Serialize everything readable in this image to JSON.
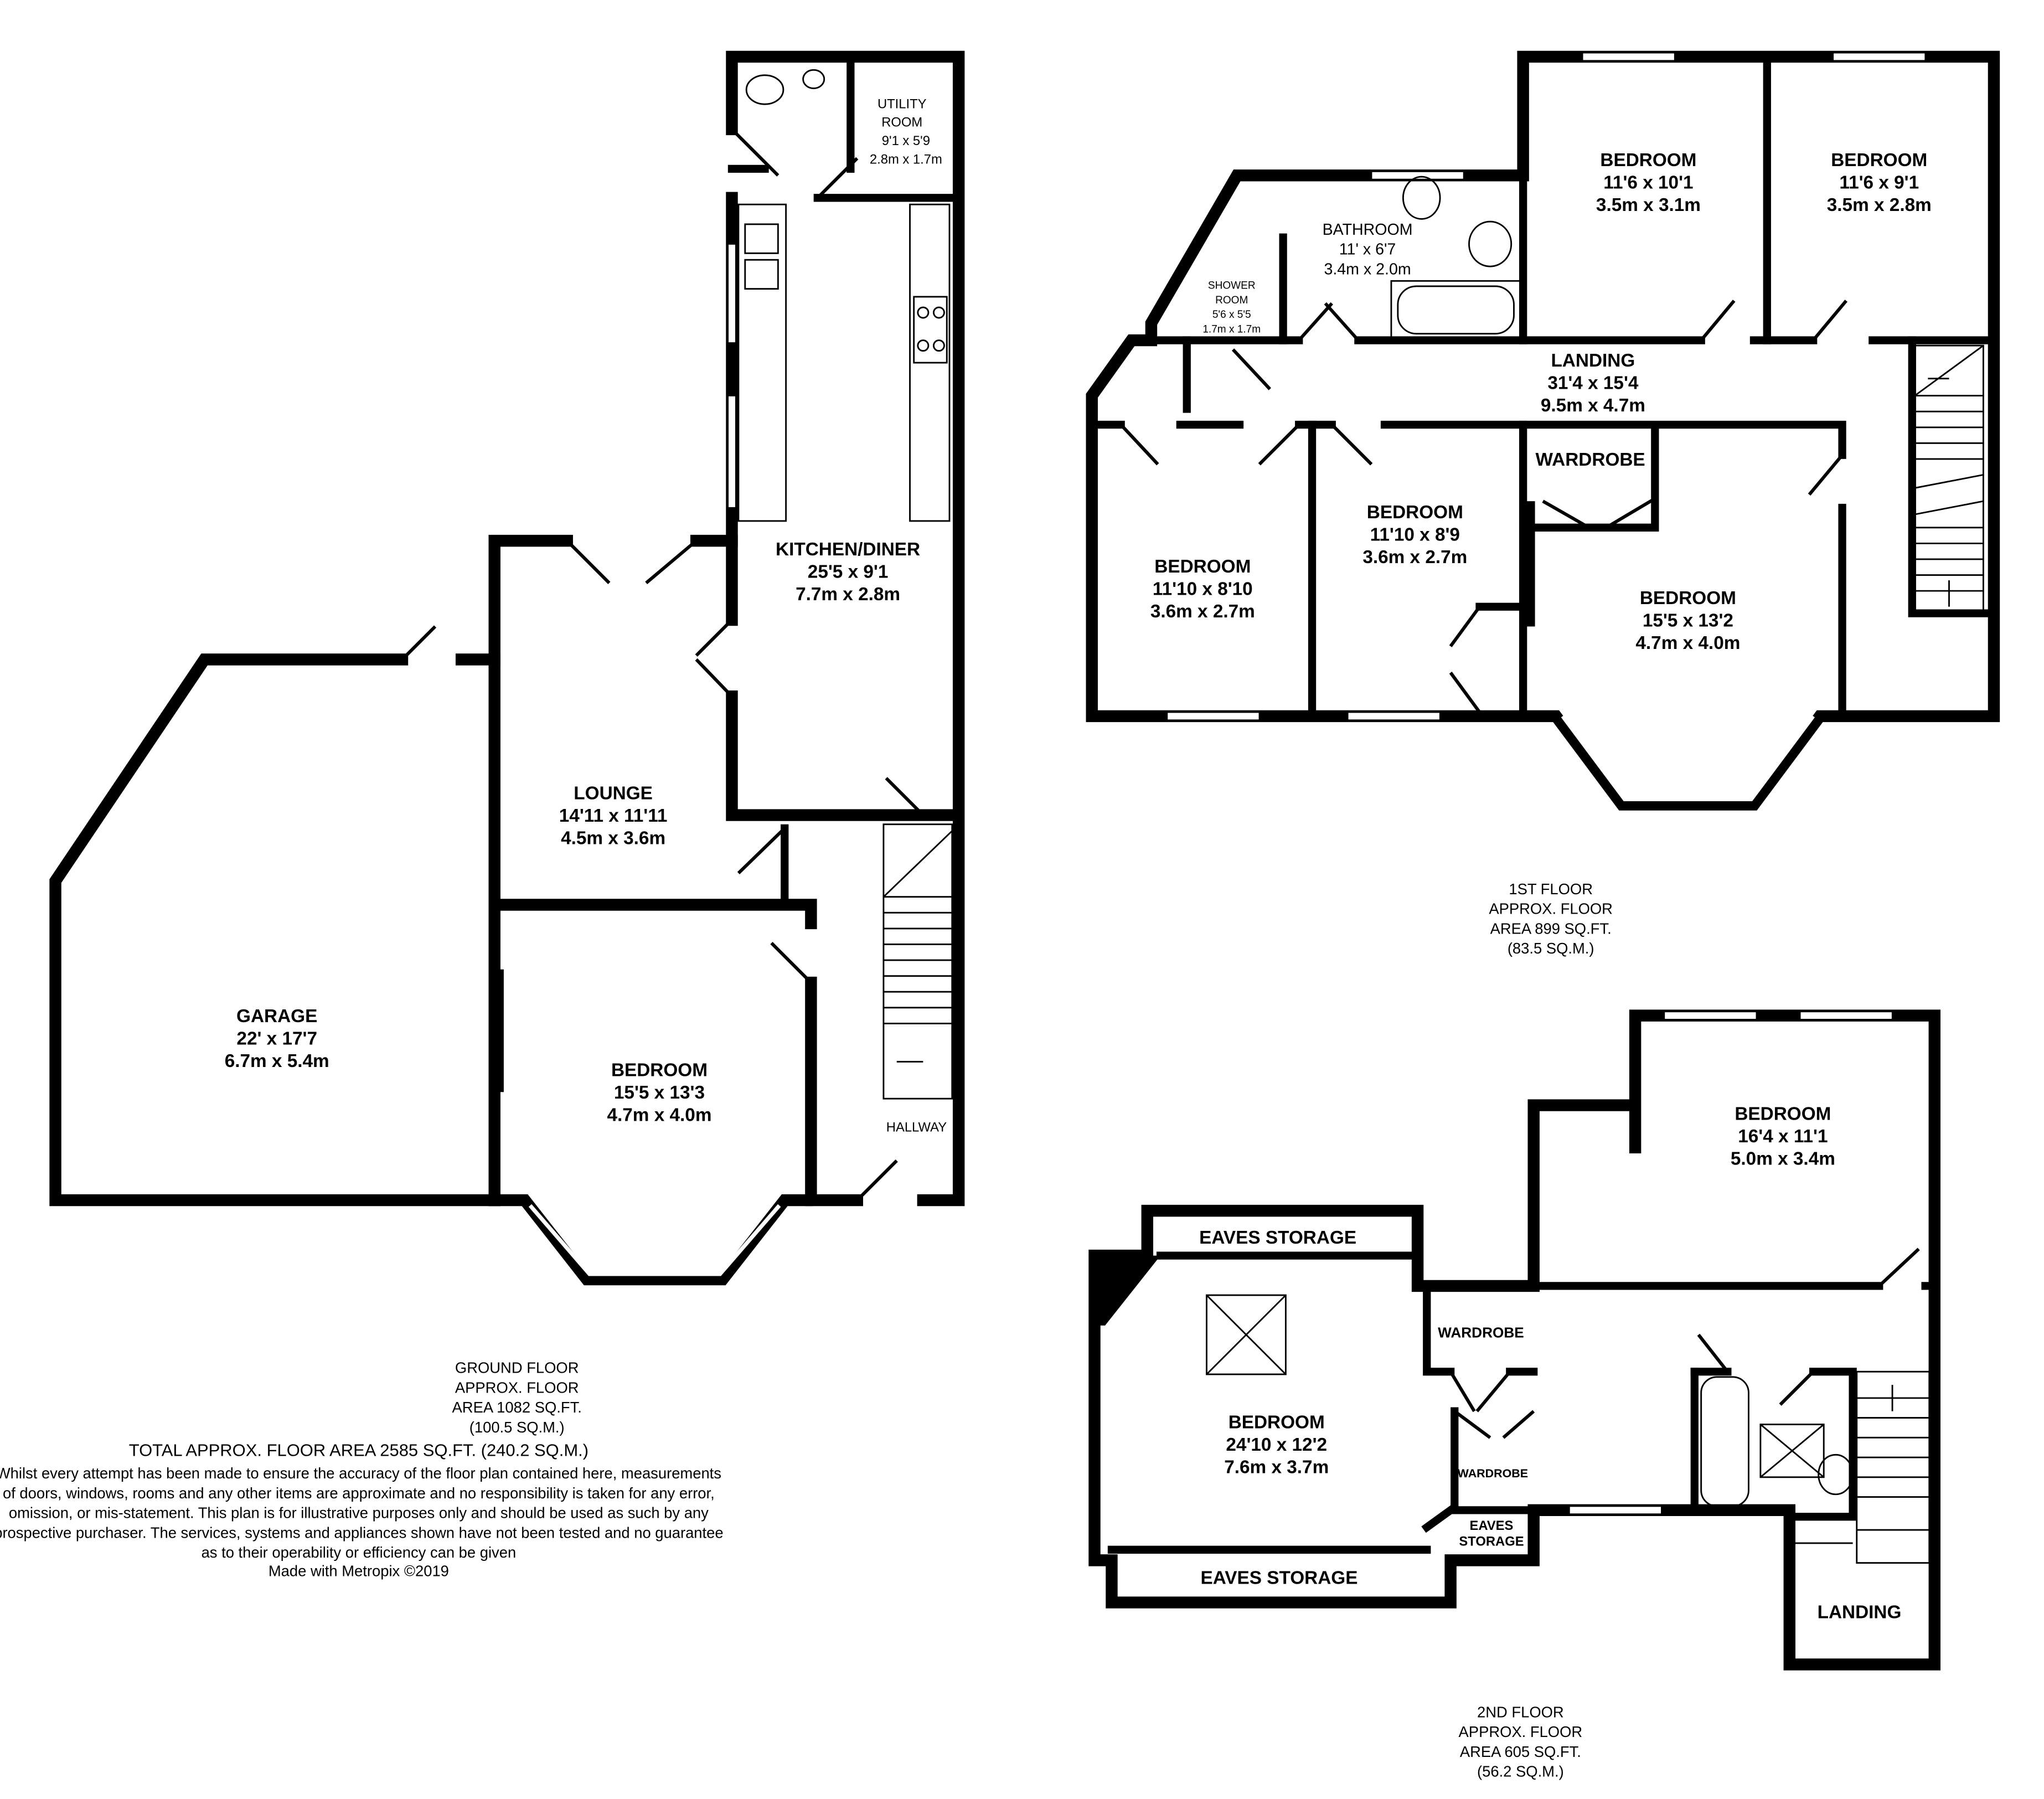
{
  "ground_floor": {
    "rooms": [
      {
        "name": "UTILITY",
        "line2": "ROOM",
        "dims_imperial": "9'1 x 5'9",
        "dims_metric": "2.8m x 1.7m"
      },
      {
        "name": "KITCHEN/DINER",
        "dims_imperial": "25'5 x 9'1",
        "dims_metric": "7.7m x 2.8m"
      },
      {
        "name": "LOUNGE",
        "dims_imperial": "14'11 x 11'11",
        "dims_metric": "4.5m x 3.6m"
      },
      {
        "name": "GARAGE",
        "dims_imperial": "22' x 17'7",
        "dims_metric": "6.7m x 5.4m"
      },
      {
        "name": "BEDROOM",
        "dims_imperial": "15'5 x 13'3",
        "dims_metric": "4.7m x 4.0m"
      },
      {
        "name": "HALLWAY"
      }
    ],
    "area": [
      "GROUND FLOOR",
      "APPROX. FLOOR",
      "AREA 1082 SQ.FT.",
      "(100.5 SQ.M.)"
    ]
  },
  "first_floor": {
    "rooms": [
      {
        "name": "BATHROOM",
        "dims_imperial": "11' x 6'7",
        "dims_metric": "3.4m x 2.0m"
      },
      {
        "name": "SHOWER",
        "line2": "ROOM",
        "dims_imperial": "5'6 x 5'5",
        "dims_metric": "1.7m x 1.7m"
      },
      {
        "name": "BEDROOM",
        "dims_imperial": "11'6 x 10'1",
        "dims_metric": "3.5m x 3.1m"
      },
      {
        "name": "BEDROOM",
        "dims_imperial": "11'6 x 9'1",
        "dims_metric": "3.5m x 2.8m"
      },
      {
        "name": "LANDING",
        "dims_imperial": "31'4 x 15'4",
        "dims_metric": "9.5m x 4.7m"
      },
      {
        "name": "WARDROBE"
      },
      {
        "name": "BEDROOM",
        "dims_imperial": "11'10 x 8'10",
        "dims_metric": "3.6m x 2.7m"
      },
      {
        "name": "BEDROOM",
        "dims_imperial": "11'10 x 8'9",
        "dims_metric": "3.6m x 2.7m"
      },
      {
        "name": "BEDROOM",
        "dims_imperial": "15'5 x 13'2",
        "dims_metric": "4.7m x 4.0m"
      }
    ],
    "area": [
      "1ST FLOOR",
      "APPROX. FLOOR",
      "AREA 899 SQ.FT.",
      "(83.5 SQ.M.)"
    ]
  },
  "second_floor": {
    "rooms": [
      {
        "name": "BEDROOM",
        "dims_imperial": "16'4 x 11'1",
        "dims_metric": "5.0m x 3.4m"
      },
      {
        "name": "EAVES STORAGE"
      },
      {
        "name": "WARDROBE"
      },
      {
        "name": "BEDROOM",
        "dims_imperial": "24'10 x 12'2",
        "dims_metric": "7.6m x 3.7m"
      },
      {
        "name": "WARDROBE"
      },
      {
        "name": "EAVES",
        "line2": "STORAGE"
      },
      {
        "name": "EAVES STORAGE"
      },
      {
        "name": "LANDING"
      }
    ],
    "area": [
      "2ND FLOOR",
      "APPROX. FLOOR",
      "AREA 605 SQ.FT.",
      "(56.2 SQ.M.)"
    ]
  },
  "total_area": "TOTAL APPROX. FLOOR AREA 2585 SQ.FT. (240.2 SQ.M.)",
  "disclaimer": [
    "Whilst every attempt has been made to ensure the accuracy of the floor plan contained here, measurements",
    "of doors, windows, rooms and any other items are approximate and no responsibility is taken for any error,",
    "omission, or mis-statement. This plan is for illustrative purposes only and should be used as such by any",
    "prospective purchaser. The services, systems and appliances shown have not been tested and no guarantee",
    "as to their operability or efficiency can be given"
  ],
  "credit": "Made with Metropix ©2019",
  "colors": {
    "walls": "#000000",
    "background": "#ffffff"
  }
}
